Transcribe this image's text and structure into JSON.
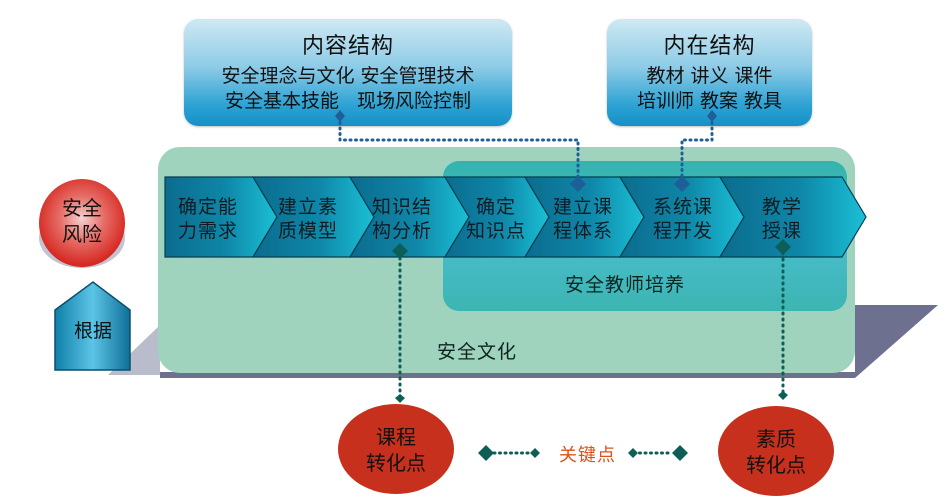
{
  "content_structure": {
    "title": "内容结构",
    "lines": [
      "安全理念与文化 安全管理技术",
      "安全基本技能   现场风险控制"
    ]
  },
  "inner_structure": {
    "title": "内在结构",
    "lines": [
      "教材 讲义 课件",
      "培训师 教案 教具"
    ]
  },
  "risk_circle": {
    "line1": "安全",
    "line2": "风险"
  },
  "basis_label": "根据",
  "process_steps": [
    {
      "line1": "确定能",
      "line2": "力需求"
    },
    {
      "line1": "建立素",
      "line2": "质模型"
    },
    {
      "line1": "知识结",
      "line2": "构分析"
    },
    {
      "line1": "确定",
      "line2": "知识点"
    },
    {
      "line1": "建立课",
      "line2": "程体系"
    },
    {
      "line1": "系统课",
      "line2": "程开发"
    },
    {
      "line1": "教学",
      "line2": "授课"
    }
  ],
  "teacher_training_label": "安全教师培养",
  "safety_culture_label": "安全文化",
  "course_transform": {
    "line1": "课程",
    "line2": "转化点"
  },
  "quality_transform": {
    "line1": "素质",
    "line2": "转化点"
  },
  "key_point_label": "关键点",
  "colors": {
    "outer_panel": "#9fd3be",
    "inner_panel": "#3cb5b2",
    "chevron_dark": "#0b6c8e",
    "chevron_light": "#17b4d4",
    "red_oval": "#c8301e",
    "key_point_text": "#e0501a",
    "connector_blue": "#1f5f98",
    "connector_teal": "#0e5e58",
    "shadow": "#6e7090"
  }
}
